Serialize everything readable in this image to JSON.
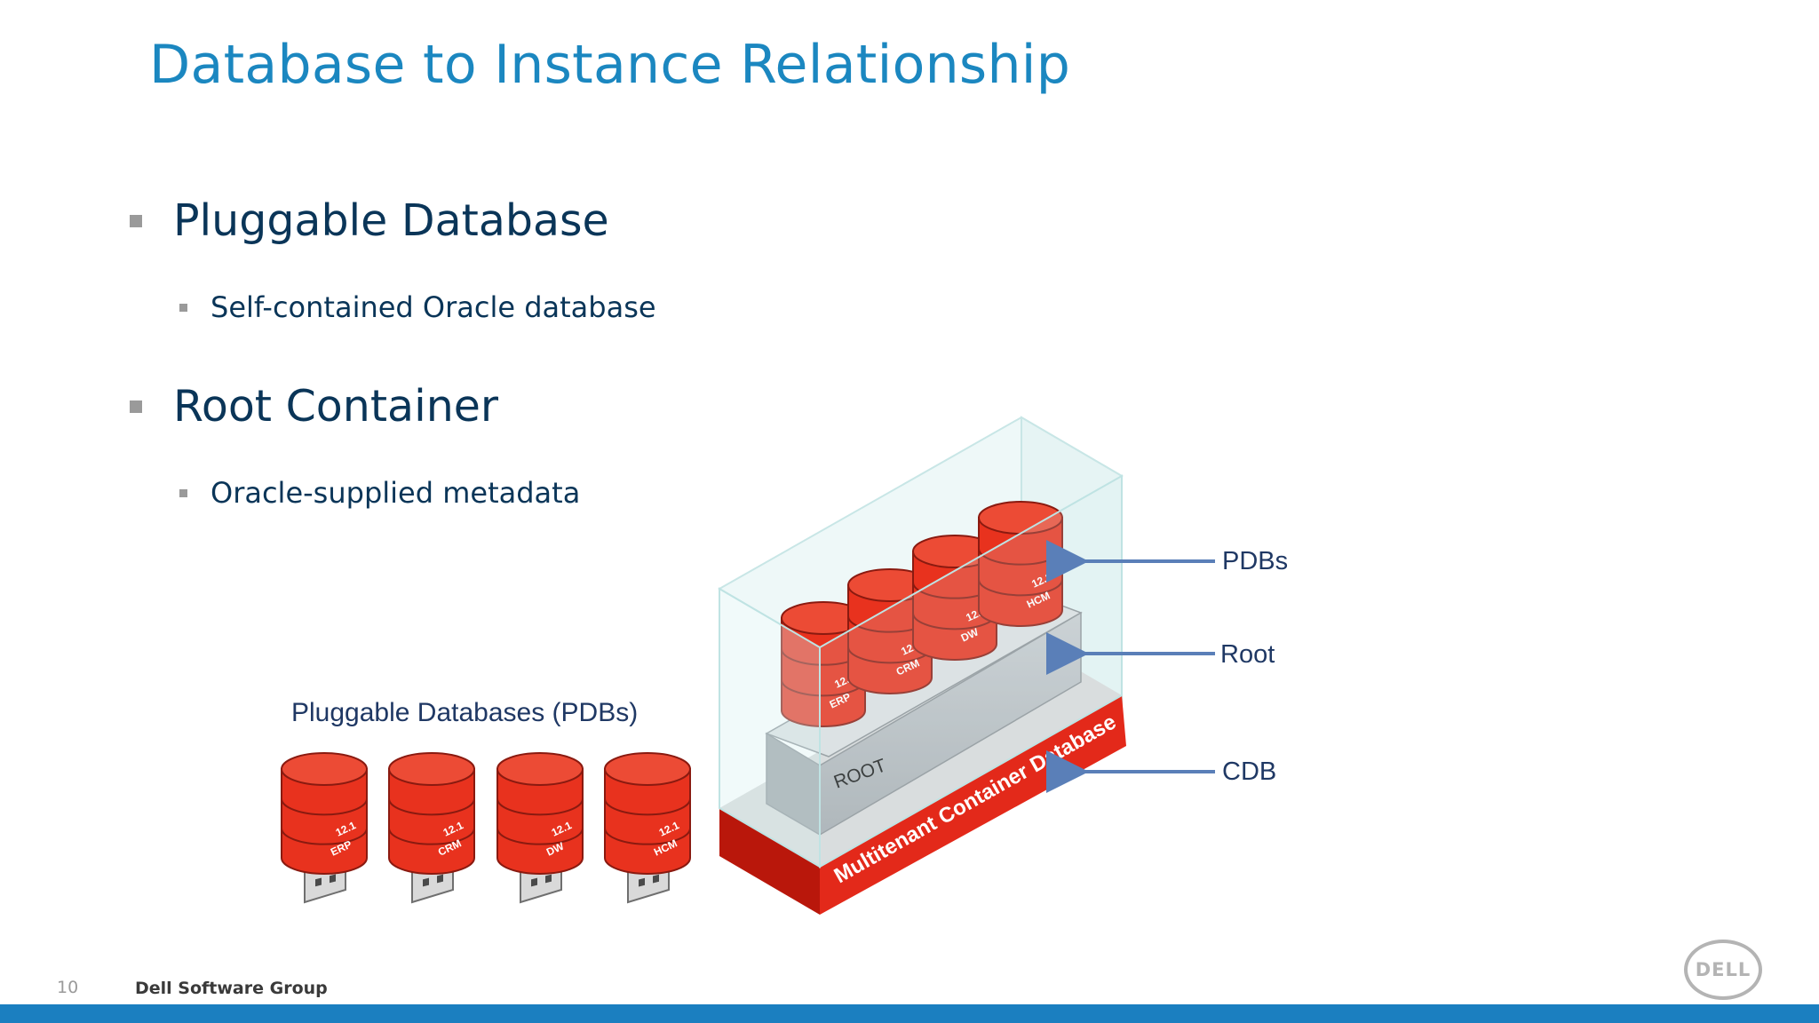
{
  "slide": {
    "title": "Database to Instance Relationship",
    "page_number": "10",
    "footer_org": "Dell Software Group",
    "logo_text": "DELL"
  },
  "bullets": [
    {
      "text": "Pluggable Database",
      "sub": [
        "Self-contained Oracle database"
      ]
    },
    {
      "text": "Root Container",
      "sub": [
        "Oracle-supplied metadata"
      ]
    }
  ],
  "diagram": {
    "left_caption": "Pluggable Databases (PDBs)",
    "version": "12.1",
    "pdbs": [
      "ERP",
      "CRM",
      "DW",
      "HCM"
    ],
    "root_label": "ROOT",
    "cdb_label": "Multitenant Container Database",
    "callouts": [
      "PDBs",
      "Root",
      "CDB"
    ],
    "colors": {
      "pdb_red": "#e8321e",
      "pdb_dark": "#c8220f",
      "arrow": "#5a7fb8",
      "callout_text": "#1f3864",
      "glass": "#e3f4f4"
    }
  }
}
